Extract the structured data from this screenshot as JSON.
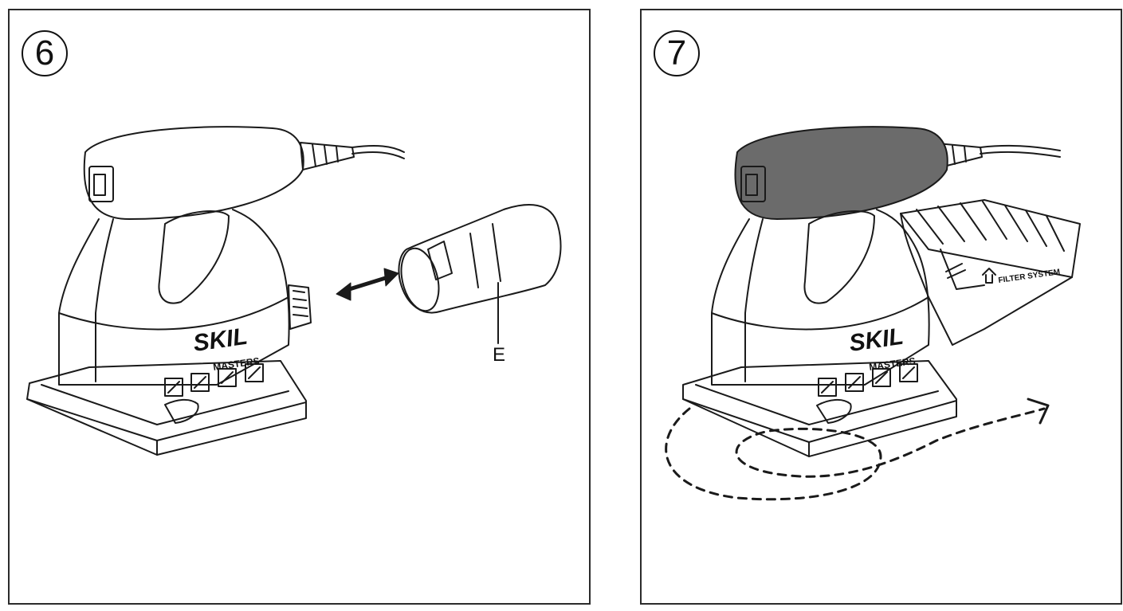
{
  "figures": [
    {
      "step": "6",
      "brand": "SKIL",
      "model": "MASTERS",
      "part_label": "E"
    },
    {
      "step": "7",
      "brand": "SKIL",
      "model": "MASTERS",
      "filter_label": "FILTER SYSTEM"
    }
  ],
  "colors": {
    "line": "#1a1a1a",
    "handle_fill": "#6b6b6b",
    "paper": "#ffffff"
  }
}
